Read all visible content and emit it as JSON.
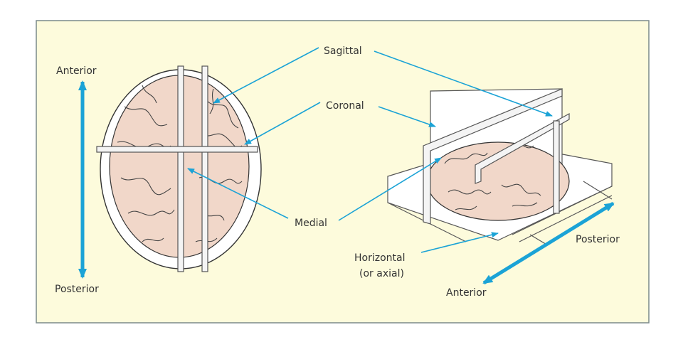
{
  "labels": {
    "sagittal": "Sagittal",
    "coronal": "Coronal",
    "medial": "Medial",
    "horizontal_line1": "Horizontal",
    "horizontal_line2": "(or axial)",
    "left_anterior": "Anterior",
    "left_posterior": "Posterior",
    "right_posterior": "Posterior",
    "right_anterior": "Anterior"
  },
  "colors": {
    "background": "#fdfbdc",
    "frame": "#7a8a8a",
    "arrow": "#1ba3d6",
    "brain": "#f1d7c9",
    "plane": "#ffffff"
  }
}
